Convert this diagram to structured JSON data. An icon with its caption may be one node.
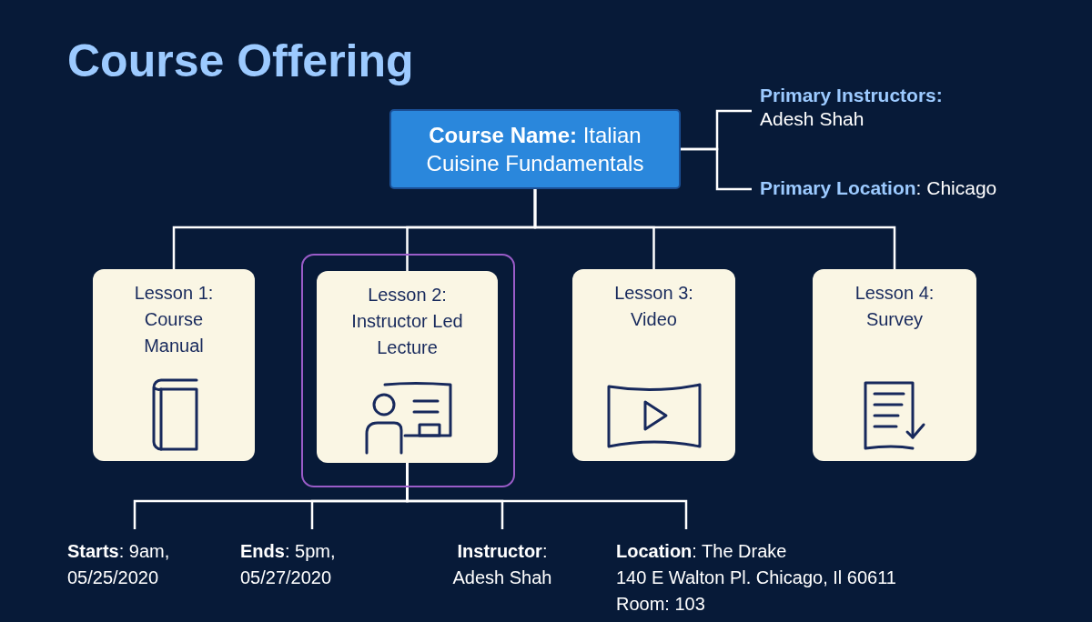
{
  "diagram": {
    "title": "Course Offering",
    "nodes": [
      {
        "text": [
          "**Course Name:** Italian Cuisine Fundamentals"
        ]
      },
      {
        "text": [
          "Primary Instructors:",
          "Adesh Shah"
        ]
      },
      {
        "text": [
          "**Primary Location**: Chicago"
        ]
      },
      {
        "text": [
          "Lesson 1: Course Manual"
        ]
      },
      {
        "text": [],
        "shape": "box"
      },
      {
        "text": [
          "Lesson 2: Instructor Led Lecture"
        ],
        "in": 4
      },
      {
        "text": [
          "Lesson 3: Video"
        ]
      },
      {
        "text": [
          "Lesson 4: Survey"
        ]
      },
      {
        "text": [
          "**Starts**: 9am, 05/25/2020"
        ]
      },
      {
        "text": [
          "**Ends**: 5pm, 05/27/2020"
        ]
      },
      {
        "text": [
          "**Instructor**: Adesh Shah"
        ]
      },
      {
        "text": [
          "**Location**: The Drake",
          "140 E Walton Pl.  Chicago, Il 60611",
          "Room: 103"
        ]
      }
    ],
    "edges": [
      {
        "from": 0,
        "to": 1,
        "arrow": "none"
      },
      {
        "from": 0,
        "to": 2,
        "arrow": "none"
      },
      {
        "from": 0,
        "to": 3,
        "arrow": "none"
      },
      {
        "from": 0,
        "to": 5,
        "arrow": "none"
      },
      {
        "from": 0,
        "to": 6,
        "arrow": "none"
      },
      {
        "from": 0,
        "to": 7,
        "arrow": "none"
      },
      {
        "from": 5,
        "to": 8,
        "arrow": "none"
      },
      {
        "from": 5,
        "to": 9,
        "arrow": "none"
      },
      {
        "from": 5,
        "to": 10,
        "arrow": "none"
      },
      {
        "from": 5,
        "to": 11,
        "arrow": "none"
      }
    ]
  }
}
